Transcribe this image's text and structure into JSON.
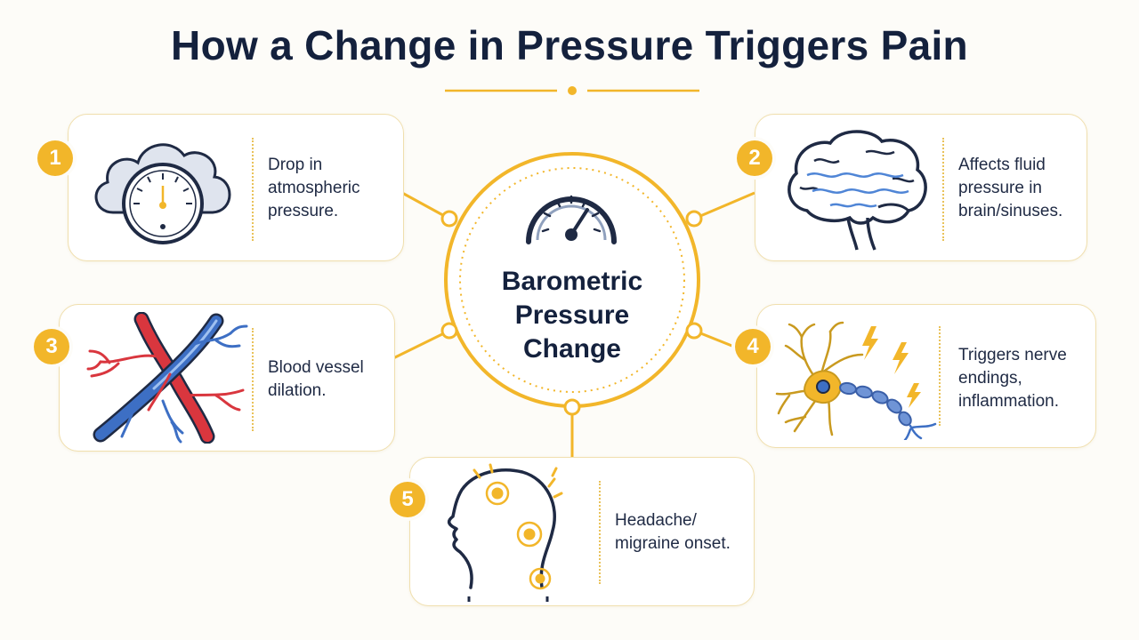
{
  "title": "How a Change in Pressure Triggers Pain",
  "center": {
    "label": "Barometric\nPressure\nChange",
    "icon": "barometer-gauge-icon"
  },
  "colors": {
    "accent": "#f2b62a",
    "navy": "#14213d",
    "vein_blue": "#3d6fc4",
    "artery_red": "#d9363e",
    "card_border": "#f0dfae"
  },
  "steps": [
    {
      "number": "1",
      "text": "Drop in\natmospheric\npressure.",
      "icon": "cloud-barometer-icon"
    },
    {
      "number": "2",
      "text": "Affects fluid\npressure in\nbrain/sinuses.",
      "icon": "brain-icon"
    },
    {
      "number": "3",
      "text": "Blood vessel\ndilation.",
      "icon": "blood-vessels-icon"
    },
    {
      "number": "4",
      "text": "Triggers nerve\nendings,\ninflammation.",
      "icon": "neuron-lightning-icon"
    },
    {
      "number": "5",
      "text": "Headache/\nmigraine onset.",
      "icon": "head-pain-icon"
    }
  ]
}
